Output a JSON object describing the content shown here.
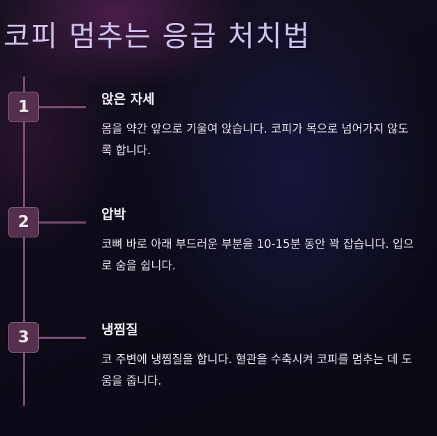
{
  "page": {
    "title": "코피 멈추는 응급 처치법"
  },
  "steps": [
    {
      "number": "1",
      "title": "앉은 자세",
      "description": "몸을 약간 앞으로 기울여 앉습니다. 코피가 목으로 넘어가지 않도록 합니다."
    },
    {
      "number": "2",
      "title": "압박",
      "description": "코뼈 바로 아래 부드러운 부분을 10-15분 동안 꽉 잡습니다. 입으로 숨을 쉽니다."
    },
    {
      "number": "3",
      "title": "냉찜질",
      "description": "코 주변에 냉찜질을 합니다. 혈관을 수축시켜 코피를 멈추는 데 도움을 줍니다."
    }
  ],
  "colors": {
    "accent": "#7a4f73",
    "badge": "#55304f",
    "title": "#cfc3ec",
    "text": "#e8e3ee"
  }
}
